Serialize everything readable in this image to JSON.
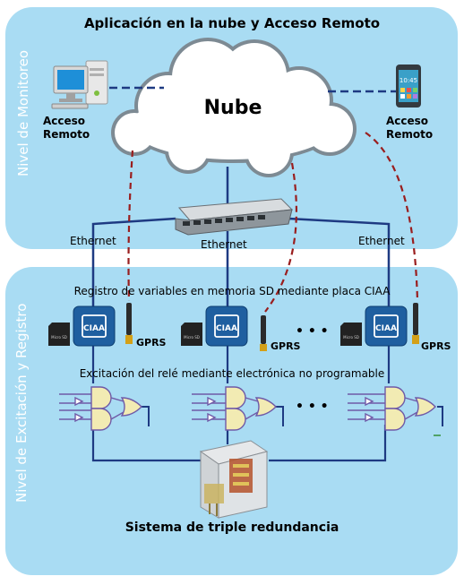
{
  "top_title": "Aplicación en la nube y Acceso Remoto",
  "level_monitoring": "Nivel de Monitoreo",
  "level_excitation": "Nivel de Excitación y Registro",
  "cloud_label": "Nube",
  "remote_access_left": [
    "Acceso",
    "Remoto"
  ],
  "remote_access_right": [
    "Acceso",
    "Remoto"
  ],
  "ethernet_label": "Ethernet",
  "sd_registry": "Registro de variables en memoria SD mediante placa CIAA",
  "relay_excitation": "Excitación del relé mediante electrónica no programable",
  "gprs_label": "GPRS",
  "ciaa_label": "CIAA",
  "microsd_label": "Micro SD",
  "ellipsis": "• • •",
  "phone_time": "10:45",
  "bottom_title": "Sistema de triple redundancia"
}
